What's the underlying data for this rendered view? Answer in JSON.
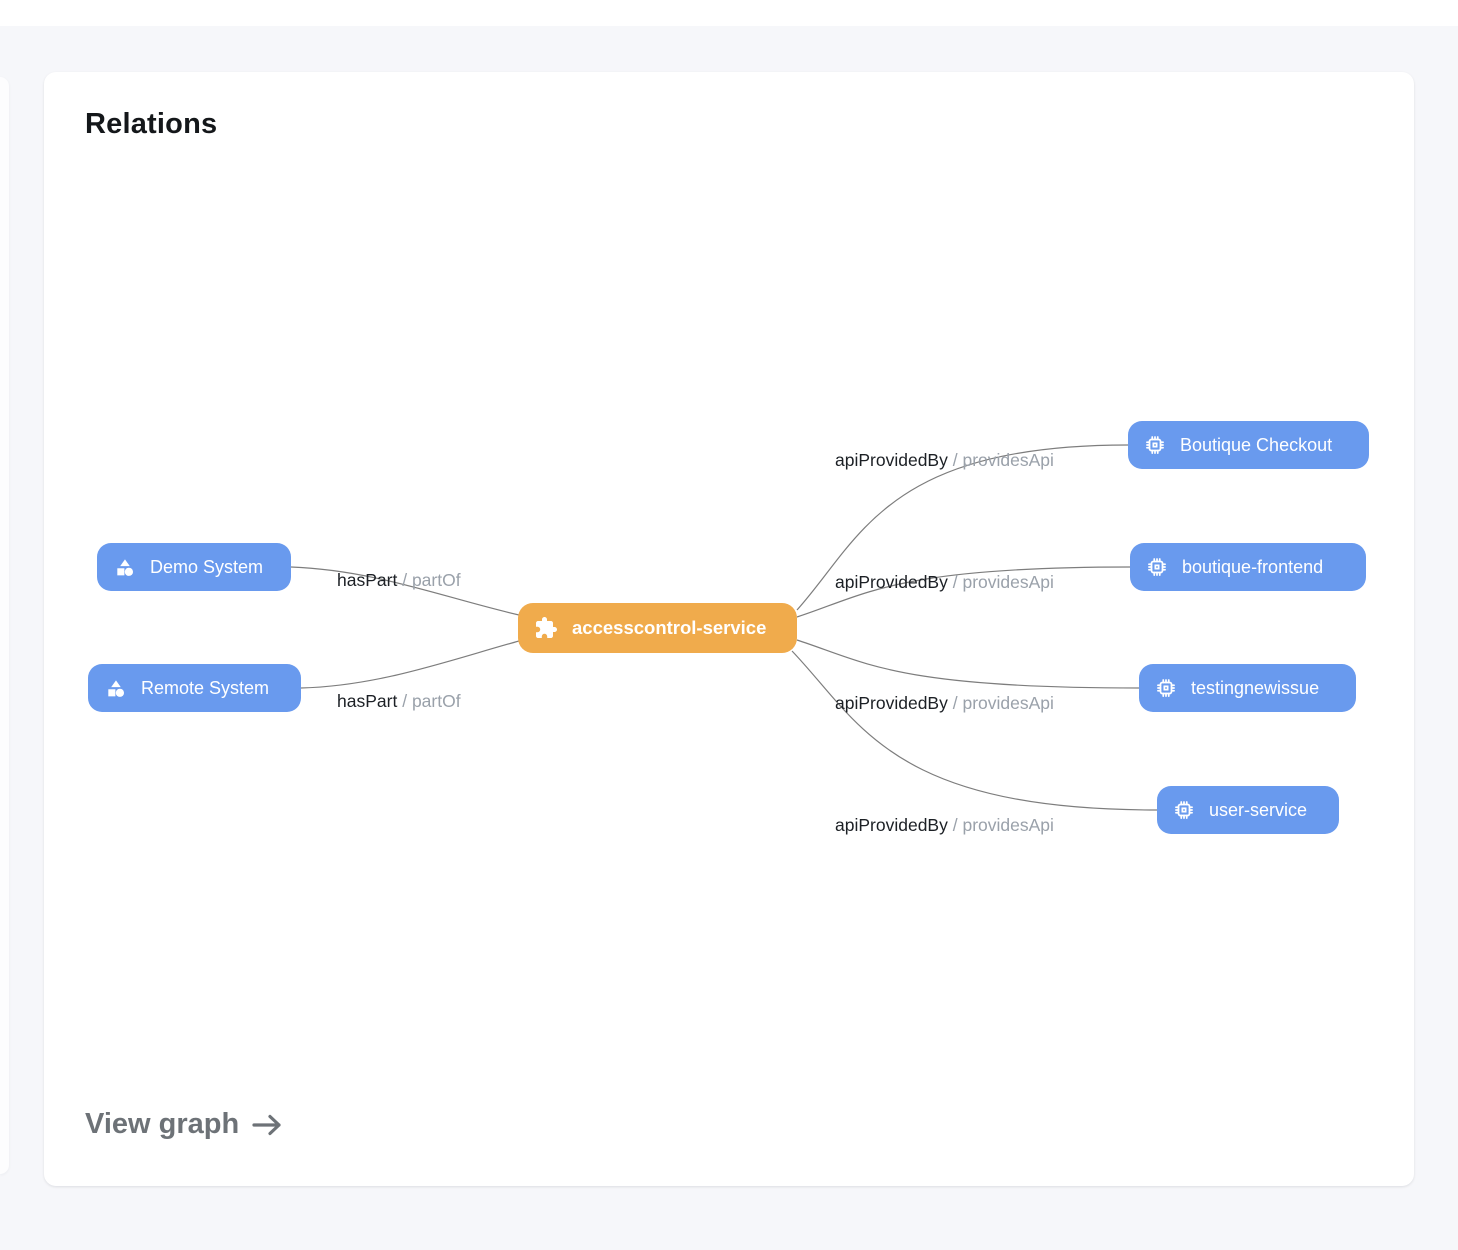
{
  "page": {
    "title": "Relations",
    "view_graph_label": "View graph"
  },
  "colors": {
    "page_bg": "#f6f7fa",
    "card_bg": "#ffffff",
    "node_blue": "#699aee",
    "node_orange": "#f0ab4c",
    "edge_line": "#7d7d7d",
    "edge_label_primary": "#1c2025",
    "edge_label_secondary": "#9aa1aa",
    "view_graph_text": "#6d7277"
  },
  "graph": {
    "separator": "/",
    "center_node": {
      "label": "accesscontrol-service",
      "icon": "puzzle-icon"
    },
    "left_nodes": [
      {
        "label": "Demo System",
        "icon": "shapes-icon",
        "relation": "hasPart",
        "inverse": "partOf"
      },
      {
        "label": "Remote System",
        "icon": "shapes-icon",
        "relation": "hasPart",
        "inverse": "partOf"
      }
    ],
    "right_nodes": [
      {
        "label": "Boutique Checkout",
        "icon": "chip-icon",
        "relation": "apiProvidedBy",
        "inverse": "providesApi"
      },
      {
        "label": "boutique-frontend",
        "icon": "chip-icon",
        "relation": "apiProvidedBy",
        "inverse": "providesApi"
      },
      {
        "label": "testingnewissue",
        "icon": "chip-icon",
        "relation": "apiProvidedBy",
        "inverse": "providesApi"
      },
      {
        "label": "user-service",
        "icon": "chip-icon",
        "relation": "apiProvidedBy",
        "inverse": "providesApi"
      }
    ]
  }
}
